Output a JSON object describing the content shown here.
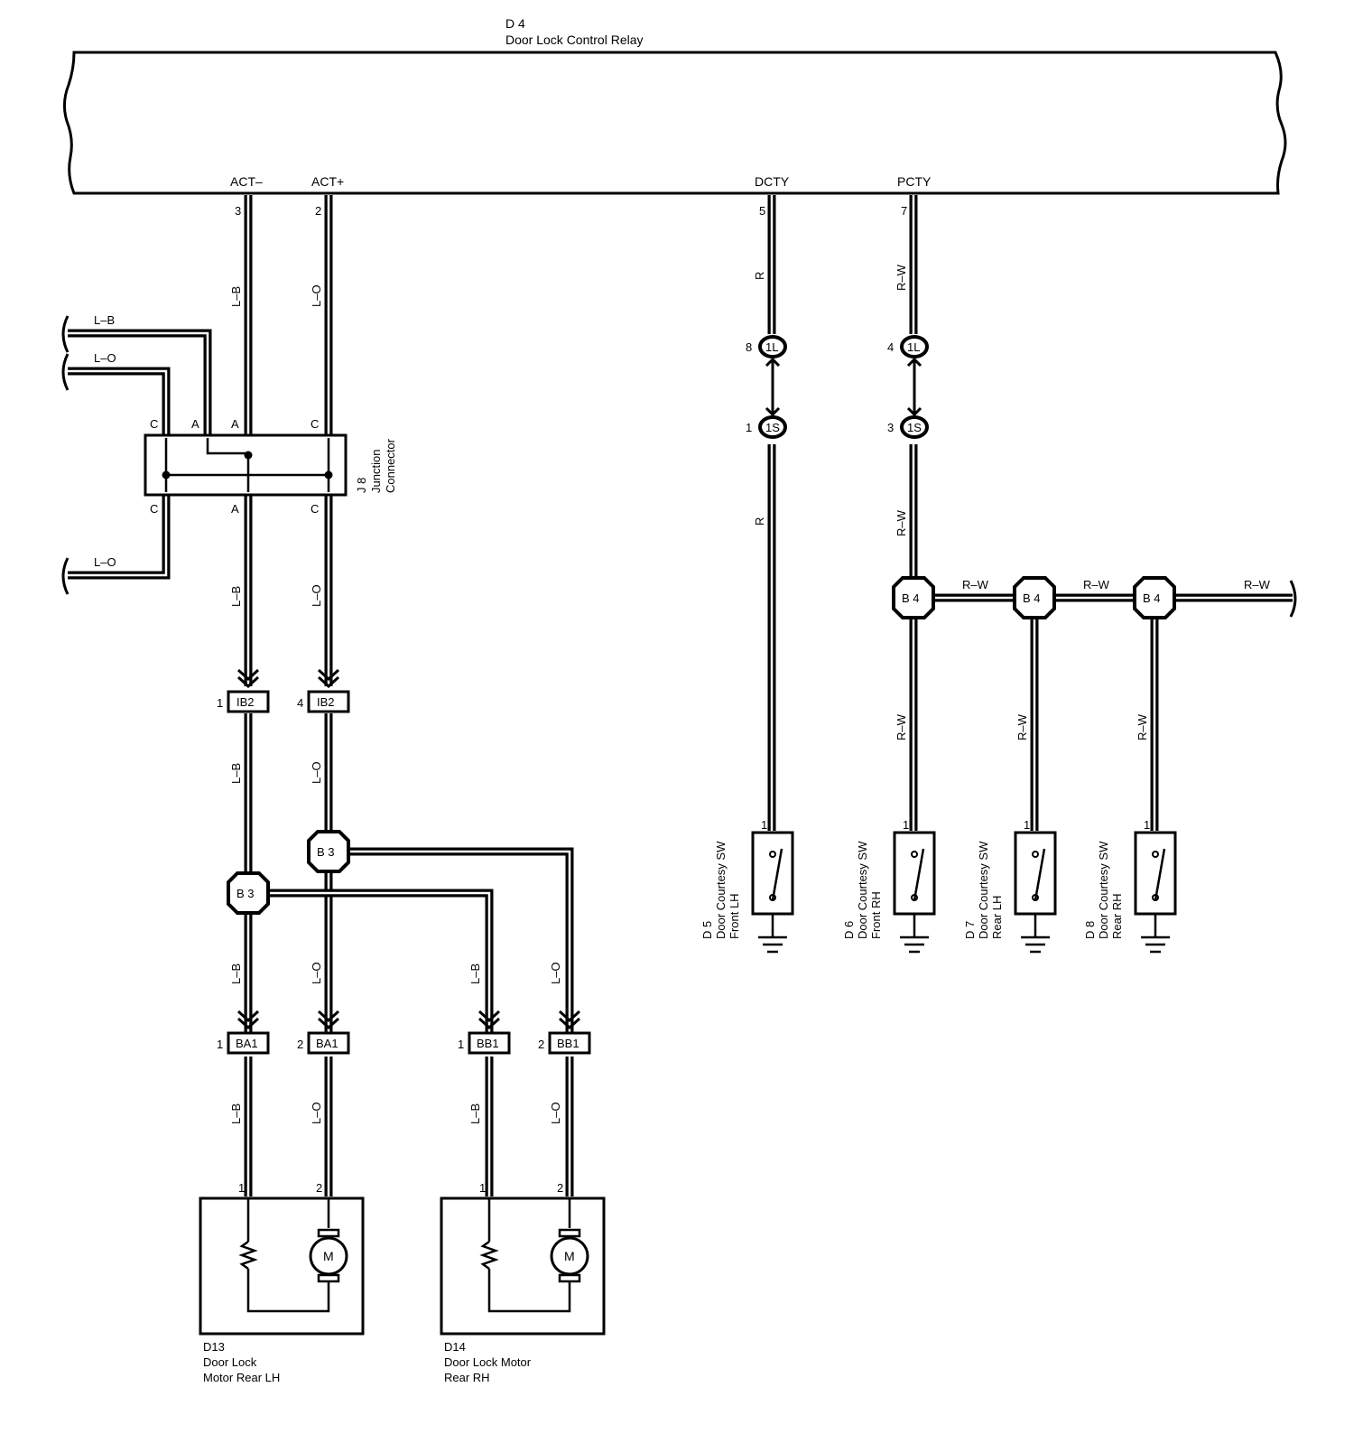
{
  "relay": {
    "id": "D 4",
    "name": "Door Lock Control Relay"
  },
  "terminals": {
    "act_minus": {
      "name": "ACT–",
      "pin": "3"
    },
    "act_plus": {
      "name": "ACT+",
      "pin": "2"
    },
    "dcty": {
      "name": "DCTY",
      "pin": "5"
    },
    "pcty": {
      "name": "PCTY",
      "pin": "7"
    }
  },
  "wire_colors": {
    "lb": "L–B",
    "lo": "L–O",
    "r": "R",
    "rw": "R–W"
  },
  "junction": {
    "id": "J 8",
    "name1": "Junction",
    "name2": "Connector",
    "pin_a": "A",
    "pin_c": "C"
  },
  "connectors": {
    "ib2_1": {
      "name": "IB2",
      "pin": "1"
    },
    "ib2_4": {
      "name": "IB2",
      "pin": "4"
    },
    "ba1_1": {
      "name": "BA1",
      "pin": "1"
    },
    "ba1_2": {
      "name": "BA1",
      "pin": "2"
    },
    "bb1_1": {
      "name": "BB1",
      "pin": "1"
    },
    "bb1_2": {
      "name": "BB1",
      "pin": "2"
    },
    "c1l_8": {
      "name": "1L",
      "pin": "8"
    },
    "c1l_4": {
      "name": "1L",
      "pin": "4"
    },
    "c1s_1": {
      "name": "1S",
      "pin": "1"
    },
    "c1s_3": {
      "name": "1S",
      "pin": "3"
    }
  },
  "splices": {
    "b3": "B 3",
    "b4": "B 4"
  },
  "motors": {
    "d13": {
      "id": "D13",
      "line1": "Door Lock",
      "line2": "Motor Rear LH",
      "pin1": "1",
      "pin2": "2"
    },
    "d14": {
      "id": "D14",
      "line1": "Door Lock Motor",
      "line2": "Rear RH",
      "pin1": "1",
      "pin2": "2"
    },
    "motor_symbol": "M"
  },
  "switches": {
    "d5": {
      "id": "D 5",
      "line1": "Door Courtesy SW",
      "line2": "Front LH",
      "pin": "1"
    },
    "d6": {
      "id": "D 6",
      "line1": "Door Courtesy SW",
      "line2": "Front RH",
      "pin": "1"
    },
    "d7": {
      "id": "D 7",
      "line1": "Door Courtesy SW",
      "line2": "Rear LH",
      "pin": "1"
    },
    "d8": {
      "id": "D 8",
      "line1": "Door Courtesy SW",
      "line2": "Rear RH",
      "pin": "1"
    }
  }
}
